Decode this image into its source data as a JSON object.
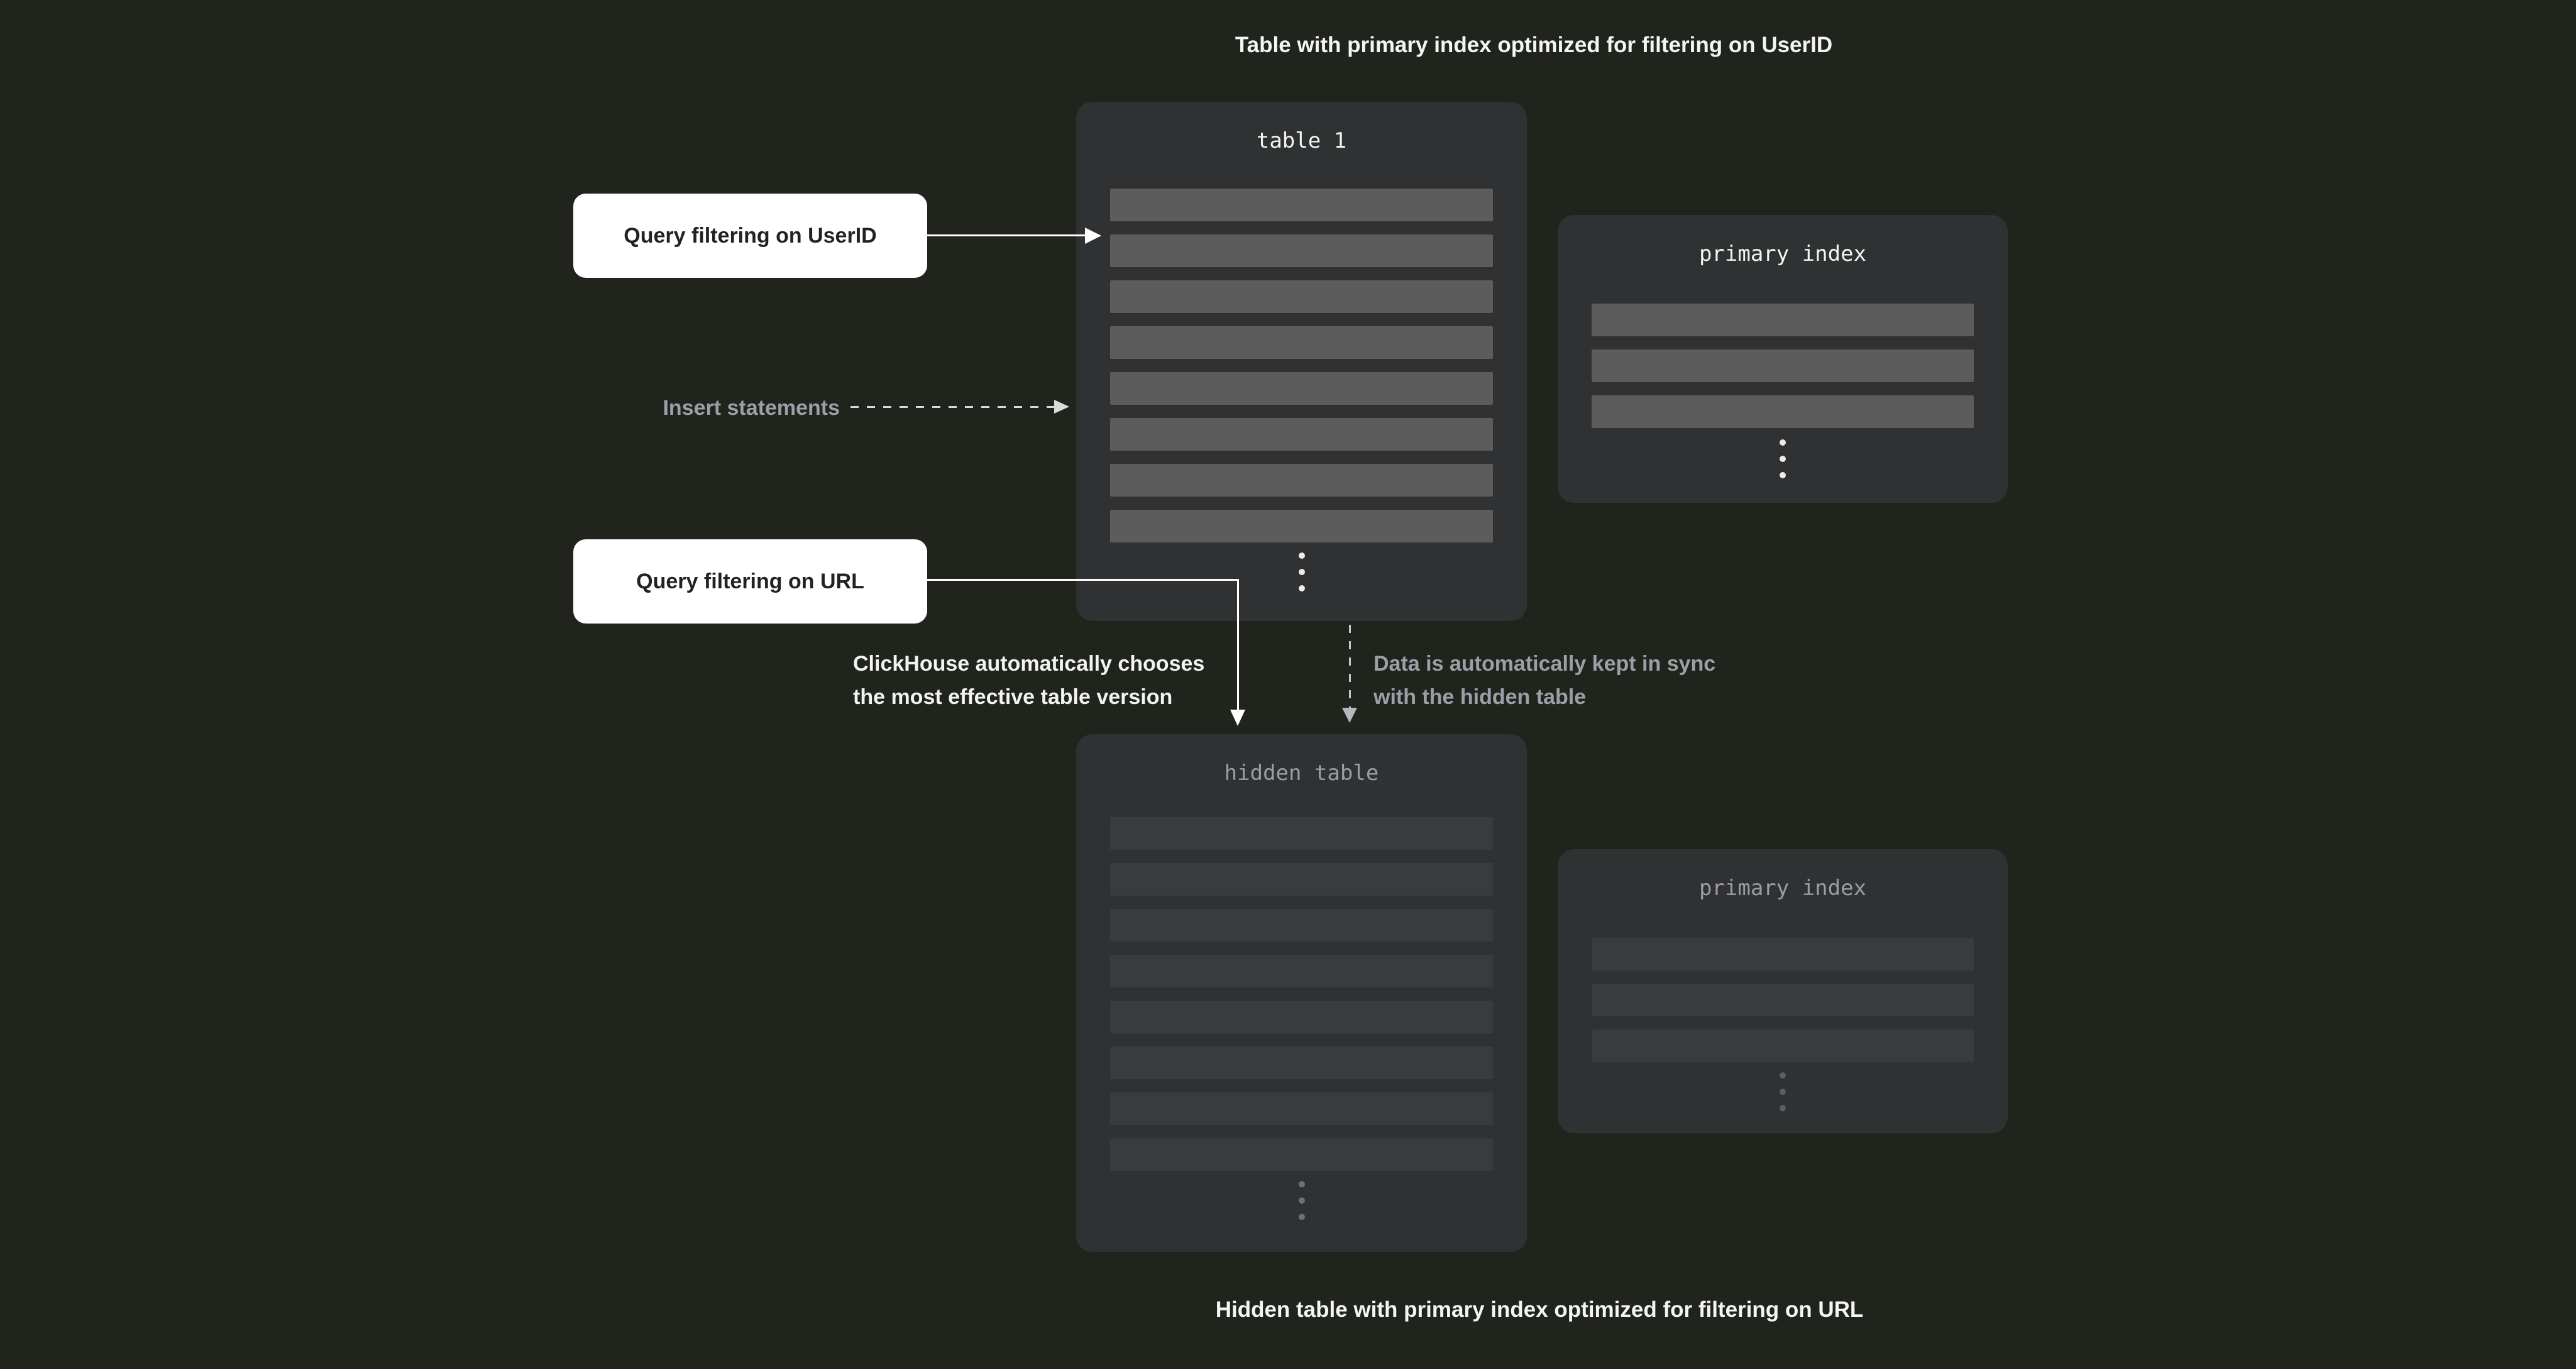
{
  "page": {
    "top_caption": "Table with primary index optimized for filtering on UserID",
    "bottom_caption": "Hidden table with primary index optimized for filtering on URL"
  },
  "annotations": {
    "query_userid": {
      "label": "Query filtering on UserID"
    },
    "query_url": {
      "label": "Query filtering on URL"
    },
    "insert_statements": {
      "label": "Insert statements"
    },
    "auto_choose": {
      "line1": "ClickHouse automatically chooses",
      "line2": "the most effective table version"
    },
    "kept_in_sync": {
      "line1": "Data is automatically kept in sync",
      "line2": "with the hidden table"
    }
  },
  "panels": {
    "table1": {
      "title": "table 1",
      "row_count": 8
    },
    "primary_index_top": {
      "title": "primary index",
      "row_count": 3
    },
    "hidden_table": {
      "title": "hidden table",
      "row_count": 8
    },
    "primary_index_bottom": {
      "title": "primary index",
      "row_count": 3
    }
  },
  "icons": {
    "vertical_ellipsis": "⋮",
    "arrow_right": "→",
    "arrow_down": "↓"
  },
  "colors": {
    "background": "#21241c",
    "panel": "#303132",
    "row_bright": "#5c5c5d",
    "row_dim": "#3a3b3c",
    "label_box": "#ffffff",
    "label_text": "#1f2321",
    "text_primary": "#f4f5f5",
    "text_muted": "#9aa0a8",
    "panel_title_bright": "#f2f3f3",
    "panel_title_muted": "#9c9da1",
    "connector_solid": "#ffffff",
    "connector_dashed": "#c9cacd"
  }
}
